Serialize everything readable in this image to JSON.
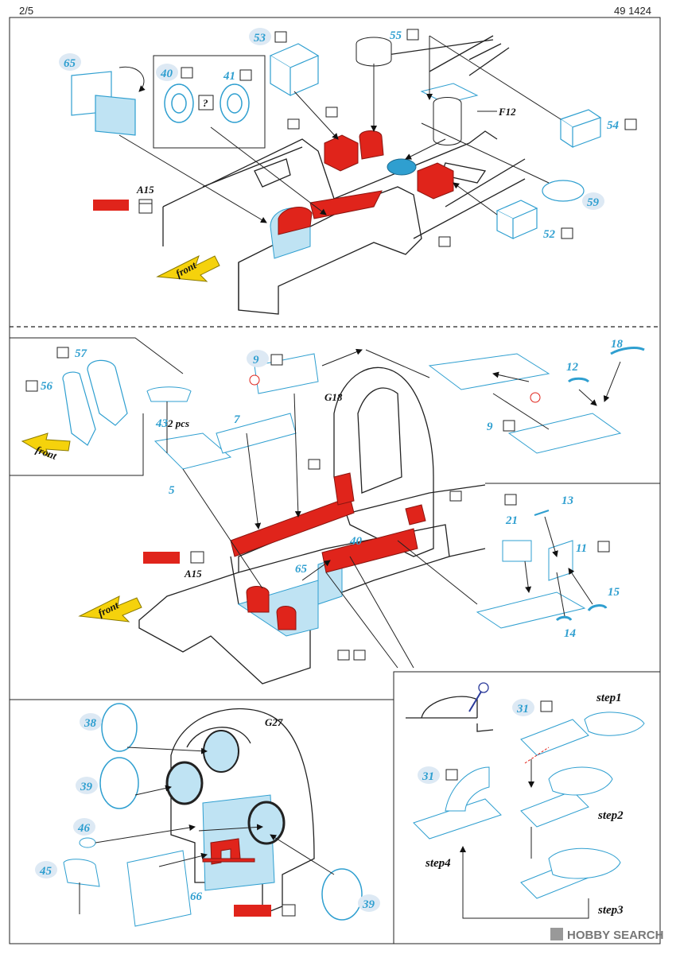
{
  "header": {
    "page_label": "2/5",
    "code": "49 1424"
  },
  "part_numbers": {
    "p65a": "65",
    "p40a": "40",
    "p41": "41",
    "p53": "53",
    "p55": "55",
    "p54": "54",
    "p59": "59",
    "p52": "52",
    "p57": "57",
    "p56": "56",
    "p43": "43",
    "p5": "5",
    "p7": "7",
    "p9a": "9",
    "p9b": "9",
    "p18": "18",
    "p12": "12",
    "p13": "13",
    "p21": "21",
    "p11": "11",
    "p15": "15",
    "p14": "14",
    "p40b": "40",
    "p65b": "65",
    "p38": "38",
    "p39a": "39",
    "p46": "46",
    "p45": "45",
    "p66": "66",
    "p39b": "39",
    "p31a": "31",
    "p31b": "31"
  },
  "labels": {
    "a15_top": "A15",
    "f12": "F12",
    "front_top": "front",
    "g18": "G18",
    "a15_mid": "A15",
    "front_mid": "front",
    "front_inset": "front",
    "two_pcs": "2 pcs",
    "g27": "G27",
    "question": "?"
  },
  "steps": {
    "s1": "step1",
    "s2": "step2",
    "s3": "step3",
    "s4": "step4"
  },
  "watermark": "HOBBY SEARCH",
  "colors": {
    "part_blue": "#2f9fd0",
    "etch_fill": "#bfe3f3",
    "red": "#e0241b",
    "arrow_yellow": "#f5d20c",
    "line": "#222222"
  }
}
